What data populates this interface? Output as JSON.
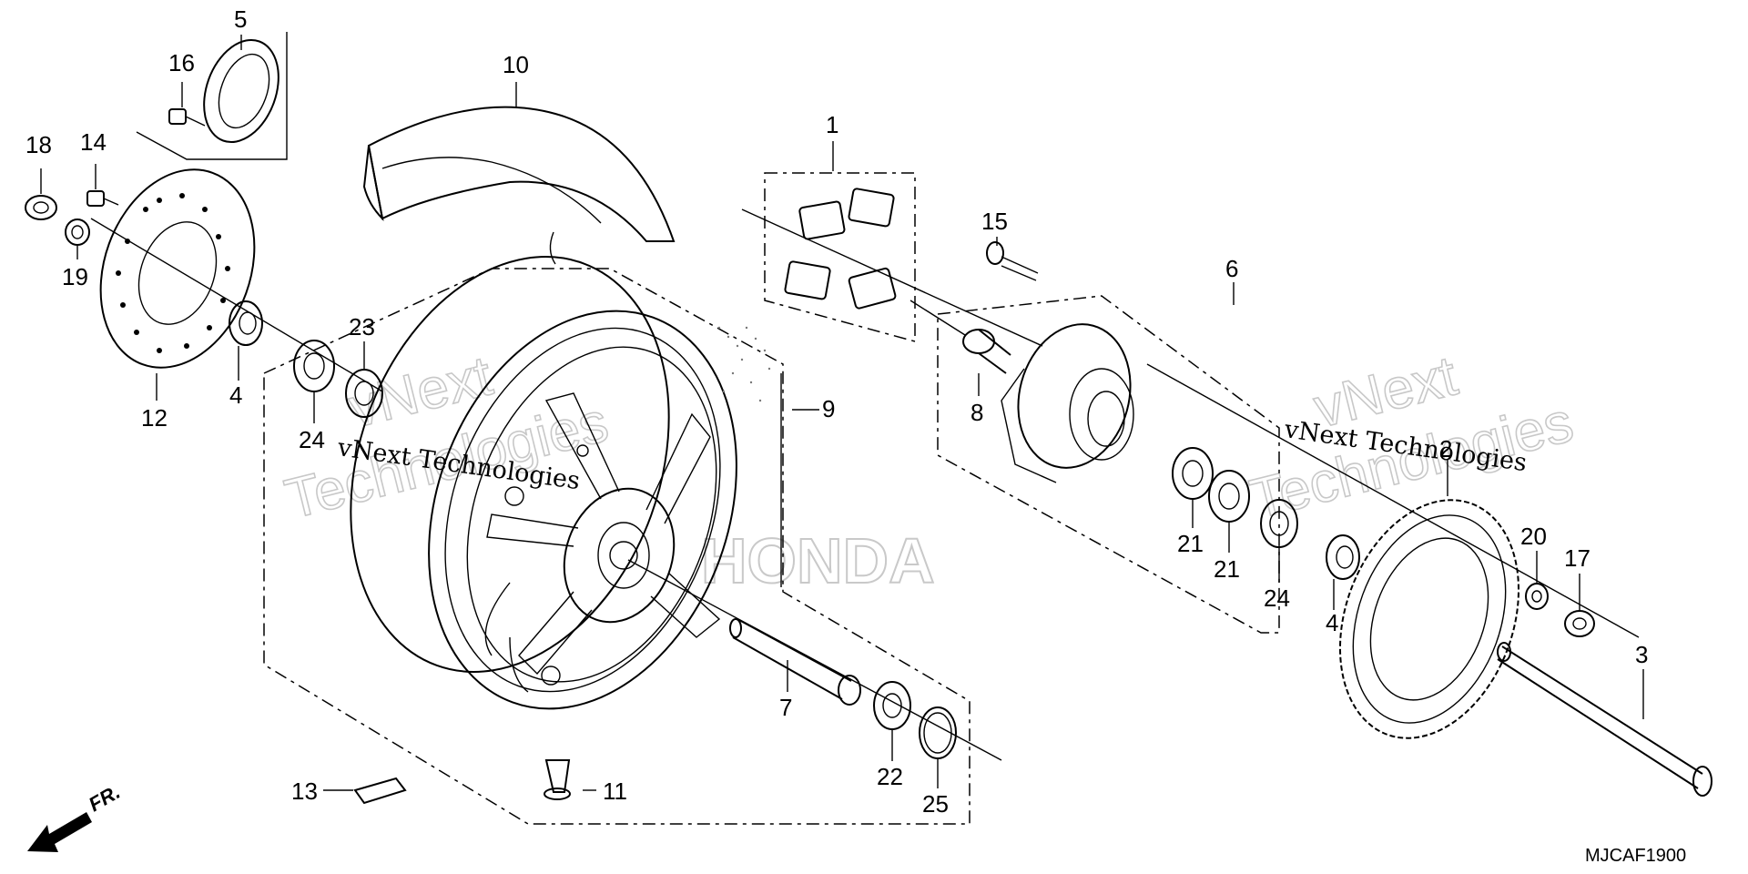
{
  "diagram": {
    "code": "MJCAF1900",
    "direction_label": "FR.",
    "watermark": {
      "large_lines": [
        "vNext",
        "Technologies"
      ],
      "small_line": "vNext Technologies",
      "brand": "HONDA"
    },
    "callouts": [
      "1",
      "2",
      "3",
      "4",
      "4",
      "5",
      "6",
      "7",
      "8",
      "9",
      "10",
      "11",
      "12",
      "13",
      "14",
      "15",
      "16",
      "17",
      "18",
      "19",
      "20",
      "21",
      "21",
      "22",
      "23",
      "24",
      "24",
      "25"
    ]
  }
}
